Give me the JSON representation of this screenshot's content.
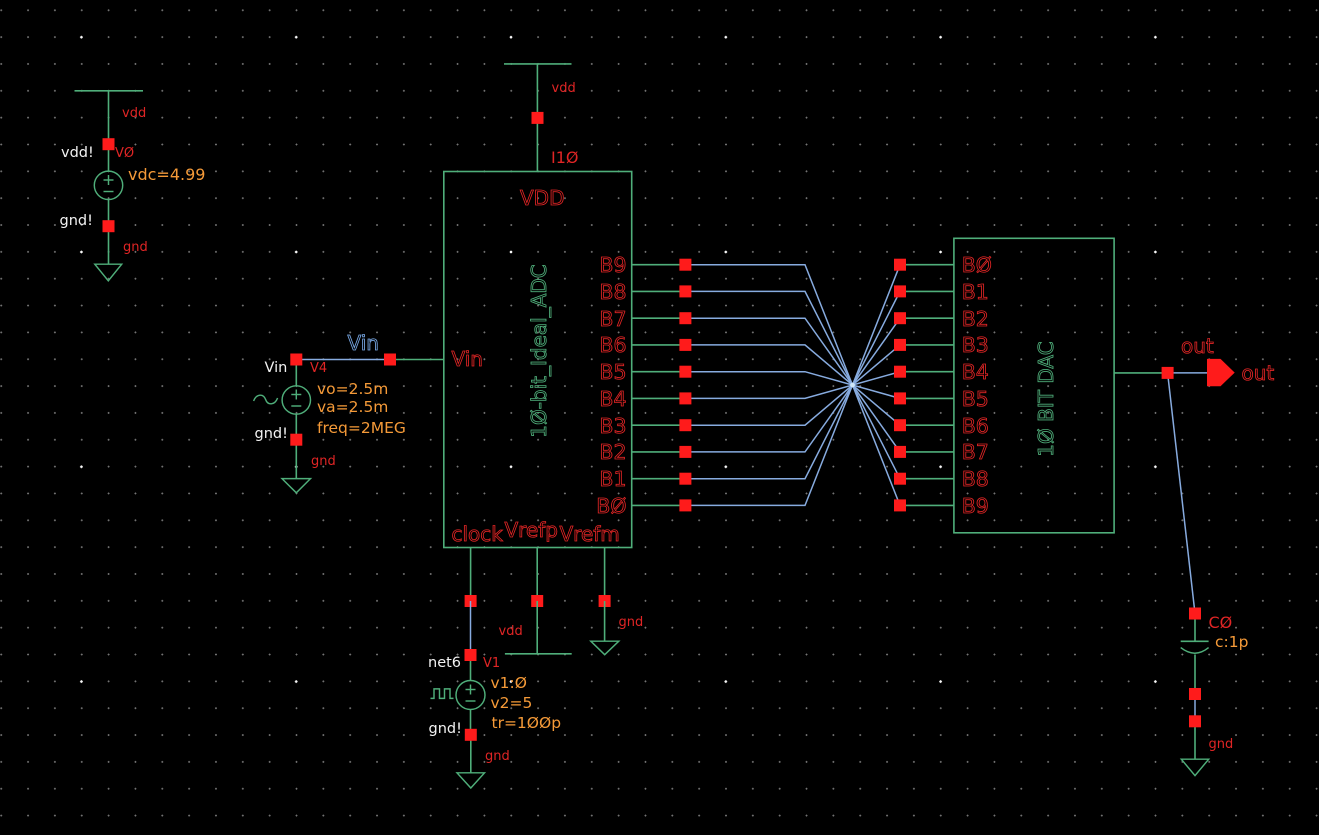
{
  "palette": {
    "background": "#000000",
    "grid_minor": "#757575",
    "grid_major": "#f8f8f8",
    "green": "#4fae7a",
    "blue_wire": "#87abdf",
    "blue_label": "#79a9e6",
    "red_label": "#e02525",
    "red_pin": "#ff1b1b",
    "orange": "#f59a38",
    "white_label": "#f2f2f2"
  },
  "sources": {
    "v0": {
      "name": "V0",
      "net_top": "vdd",
      "global_top": "vdd!",
      "global_bottom": "gnd!",
      "net_bottom": "gnd",
      "params": [
        "vdc=4.99"
      ]
    },
    "v4": {
      "name": "V4",
      "pin_label": "Vin",
      "net_label": "Vin",
      "global_bottom": "gnd!",
      "net_bottom": "gnd",
      "params": [
        "vo=2.5m",
        "va=2.5m",
        "freq=2MEG"
      ]
    },
    "v1": {
      "name": "V1",
      "net_label": "net6",
      "global_bottom": "gnd!",
      "net_bottom": "gnd",
      "params": [
        "v1:0",
        "v2=5",
        "tr=100p"
      ]
    }
  },
  "adc": {
    "name": "I10",
    "body": "10-bit_Ideal_ADC",
    "net_top": "vdd",
    "pin_vdd": "VDD",
    "pin_vin": "Vin",
    "pin_clock": "clock",
    "pin_vrefp": "Vrefp",
    "pin_vrefm": "Vrefm",
    "vrefp_net": "vdd",
    "vrefm_net": "gnd",
    "bits": [
      "B9",
      "B8",
      "B7",
      "B6",
      "B5",
      "B4",
      "B3",
      "B2",
      "B1",
      "B0"
    ]
  },
  "dac": {
    "body": "10 BIT DAC",
    "bits": [
      "B0",
      "B1",
      "B2",
      "B3",
      "B4",
      "B5",
      "B6",
      "B7",
      "B8",
      "B9"
    ],
    "out_net": "out",
    "out_pin": "out"
  },
  "cap": {
    "name": "C0",
    "param": "c:1p",
    "net_bottom": "gnd"
  }
}
